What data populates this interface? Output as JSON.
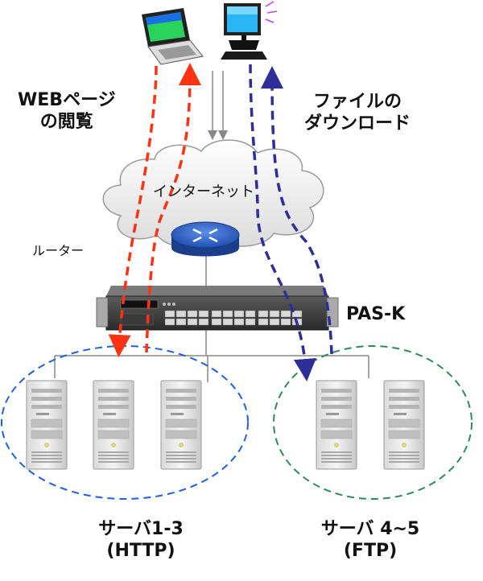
{
  "labels": {
    "web_line1": "WEBページ",
    "web_line2": "の閲覧",
    "dl_line1": "ファイルの",
    "dl_line2": "ダウンロード",
    "internet": "インターネット",
    "router": "ルーター",
    "pas": "PAS-K",
    "servers_http_name": "サーバ1-3",
    "servers_http_proto": "(HTTP)",
    "servers_ftp_name": "サーバ 4~5",
    "servers_ftp_proto": "(FTP)"
  },
  "colors": {
    "web_flow": "#ff3311",
    "download_flow": "#2e2e9a",
    "http_group": "#1f5fe0",
    "ftp_group": "#2e8a5a",
    "router": "#2a5fcc",
    "gray_line": "#888888"
  },
  "icons": [
    "laptop-icon",
    "desktop-computer-icon",
    "cloud-icon",
    "router-icon",
    "appliance-icon",
    "server-tower-icon"
  ]
}
